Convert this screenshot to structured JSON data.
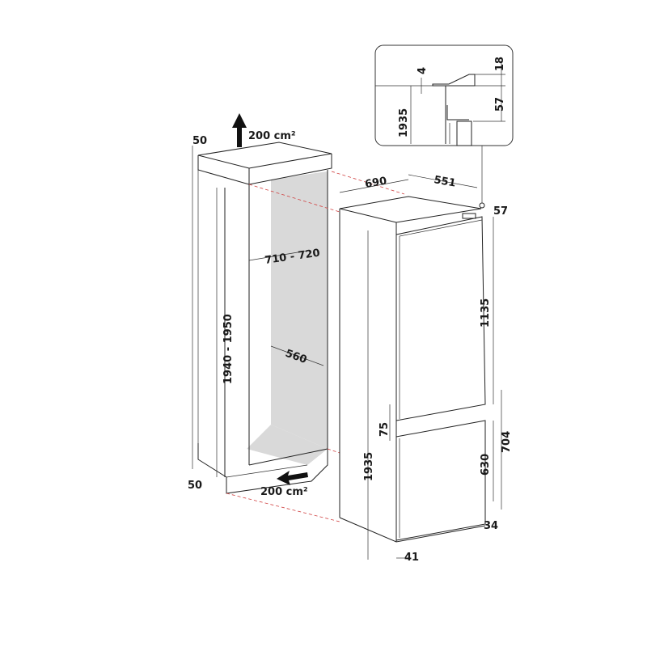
{
  "cabinet": {
    "top_vent_area": "200 cm²",
    "bottom_vent_area": "200 cm²",
    "top_gap": "50",
    "bottom_gap": "50",
    "height_range": "1940 - 1950",
    "width_range": "710 - 720",
    "depth": "560"
  },
  "appliance": {
    "depth": "690",
    "width": "551",
    "top_offset": "57",
    "upper_door_height": "1135",
    "door_gap": "75",
    "lower_section_height": "704",
    "lower_door_height": "630",
    "bottom_offset": "34",
    "total_height": "1935",
    "bottom_depth": "41"
  },
  "inset": {
    "gap_top": "4",
    "hinge_top": "18",
    "height": "1935",
    "hinge_height": "57"
  },
  "colors": {
    "dashed_line": "#d04040",
    "cabinet_interior": "#d9d9d9"
  }
}
